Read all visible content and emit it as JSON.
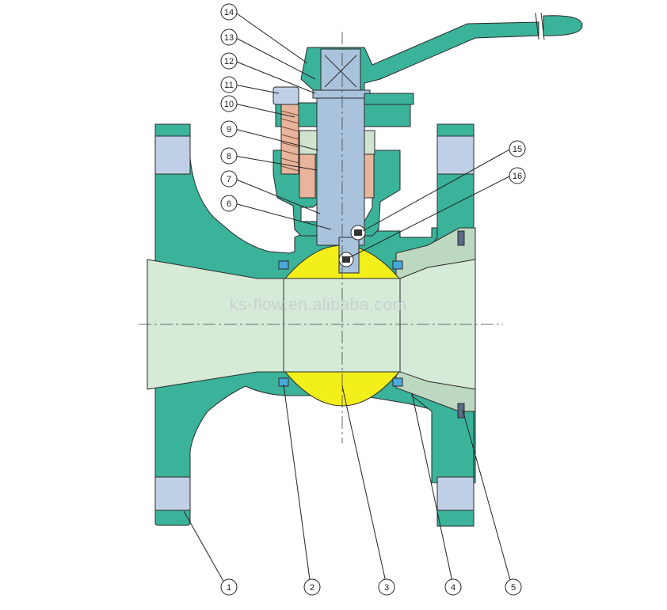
{
  "watermark": "ks-flow.en.alibaba.com",
  "callouts": {
    "c1": "1",
    "c2": "2",
    "c3": "3",
    "c4": "4",
    "c5": "5",
    "c6": "6",
    "c7": "7",
    "c8": "8",
    "c9": "9",
    "c10": "10",
    "c11": "11",
    "c12": "12",
    "c13": "13",
    "c14": "14",
    "c15": "15",
    "c16": "16"
  },
  "colors": {
    "body": "#3bb39a",
    "bore": "#d6ead8",
    "ball": "#f3ef1a",
    "stem": "#a9c3dd",
    "packing": "#e8b59c",
    "seat": "#4aa9dc",
    "bolt_hole": "#bfd0e6",
    "gland": "#cfe3cf"
  }
}
